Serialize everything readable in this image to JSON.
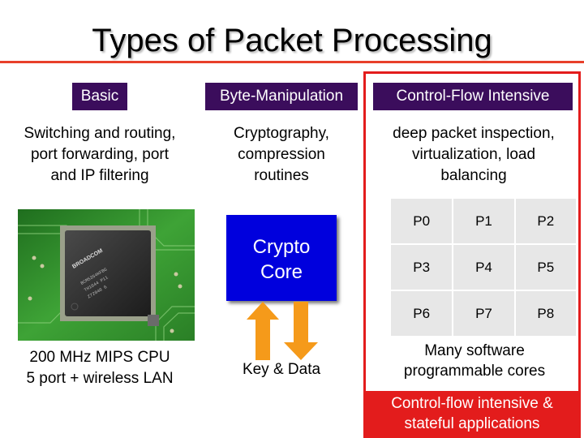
{
  "slide": {
    "title": "Types of Packet Processing"
  },
  "columns": [
    {
      "label": "Basic",
      "description_lines": [
        "Switching and routing,",
        "port forwarding, port",
        "and IP filtering"
      ]
    },
    {
      "label": "Byte-Manipulation",
      "description_lines": [
        "Cryptography,",
        "compression",
        "routines"
      ]
    },
    {
      "label": "Control-Flow Intensive",
      "description_lines": [
        "deep packet inspection,",
        "virtualization, load",
        "balancing"
      ]
    }
  ],
  "basic": {
    "cpu_caption_lines": [
      "200 MHz MIPS CPU",
      "5 port + wireless LAN"
    ]
  },
  "byte": {
    "crypto_lines": [
      "Crypto",
      "Core"
    ],
    "key_data": "Key & Data"
  },
  "control": {
    "cores": [
      [
        "P0",
        "P1",
        "P2"
      ],
      [
        "P3",
        "P4",
        "P5"
      ],
      [
        "P6",
        "P7",
        "P8"
      ]
    ],
    "cores_caption_lines": [
      "Many software",
      "programmable cores"
    ],
    "banner_lines": [
      "Control-flow intensive &",
      "stateful applications"
    ]
  },
  "colors": {
    "title_rule": "#e8402a",
    "label_bg": "#3b0d5c",
    "highlight_red": "#e31c1c",
    "crypto_blue": "#0000dd",
    "arrow_orange": "#f59a1a",
    "grid_gray": "#e7e7e7",
    "pcb_green": "#2f8a2a"
  }
}
